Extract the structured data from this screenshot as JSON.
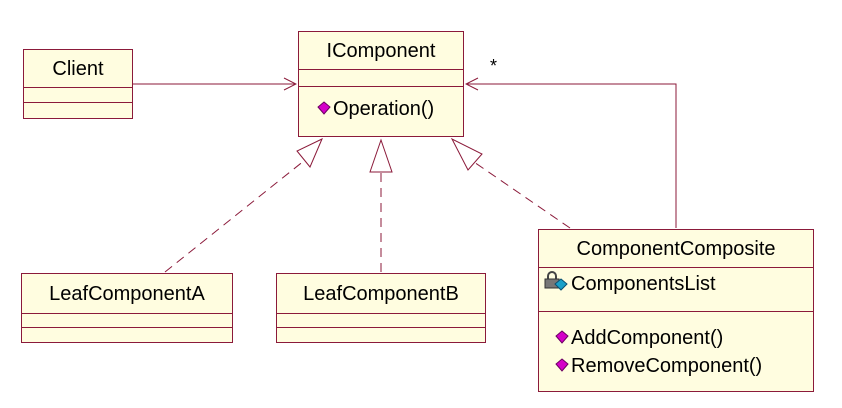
{
  "classes": {
    "client": {
      "name": "Client"
    },
    "icomponent": {
      "name": "IComponent",
      "operations": [
        "Operation()"
      ]
    },
    "leafA": {
      "name": "LeafComponentA"
    },
    "leafB": {
      "name": "LeafComponentB"
    },
    "composite": {
      "name": "ComponentComposite",
      "attributes": [
        "ComponentsList"
      ],
      "operations": [
        "AddComponent()",
        "RemoveComponent()"
      ]
    }
  },
  "relations": {
    "aggregation_multiplicity": "*"
  },
  "colors": {
    "class_fill": "#fffde0",
    "border": "#8b1a3a",
    "method_icon": "#d400c8",
    "attribute_icon": "#1aa0c8"
  }
}
